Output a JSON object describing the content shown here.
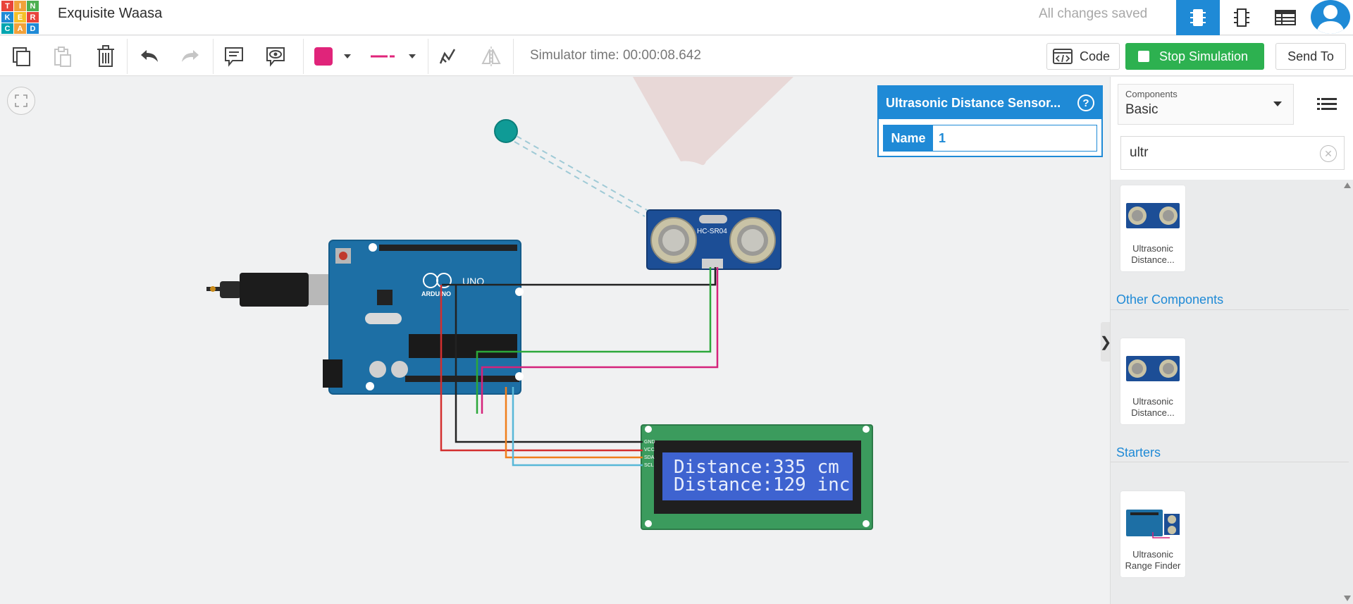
{
  "app": {
    "logo_letters": [
      "T",
      "I",
      "N",
      "K",
      "E",
      "R",
      "C",
      "A",
      "D"
    ],
    "project_title": "Exquisite Waasa",
    "save_status": "All changes saved",
    "view_buttons": [
      "circuit-view-icon",
      "schematic-view-icon",
      "component-list-icon"
    ]
  },
  "toolbar": {
    "icons": [
      "copy-icon",
      "paste-icon",
      "delete-icon",
      "undo-icon",
      "redo-icon",
      "notes-icon",
      "visibility-icon",
      "color-swatch",
      "wire-style",
      "autoroute-icon",
      "flip-icon"
    ],
    "wire_color": "#e0247a",
    "simulator_time": "Simulator time: 00:00:08.642",
    "code_label": "Code",
    "stop_label": "Stop Simulation",
    "send_label": "Send To"
  },
  "inspector": {
    "title": "Ultrasonic Distance Sensor...",
    "help": "?",
    "name_label": "Name",
    "name_value": "1"
  },
  "circuit": {
    "arduino_label": "UNO",
    "arduino_brand": "ARDUINO",
    "sensor_model": "HC-SR04",
    "lcd_line1": "Distance:335 cm",
    "lcd_line2": "Distance:129 inc",
    "lcd_pins": [
      "GND",
      "VCC",
      "SDA",
      "SCL"
    ]
  },
  "panel": {
    "components_label": "Components",
    "components_value": "Basic",
    "search_value": "ultr",
    "sections": [
      {
        "title": "",
        "items": [
          "Ultrasonic Distance..."
        ]
      },
      {
        "title": "Other Components",
        "items": [
          "Ultrasonic Distance..."
        ]
      },
      {
        "title": "Starters",
        "items": [
          "Ultrasonic Range Finder"
        ]
      }
    ],
    "result1_caption": "Ultrasonic Distance...",
    "other_title": "Other Components",
    "result2_caption": "Ultrasonic Distance...",
    "starters_title": "Starters",
    "result3_caption": "Ultrasonic Range Finder"
  },
  "colors": {
    "accent": "#1f8ad6",
    "stop_green": "#2db150"
  }
}
